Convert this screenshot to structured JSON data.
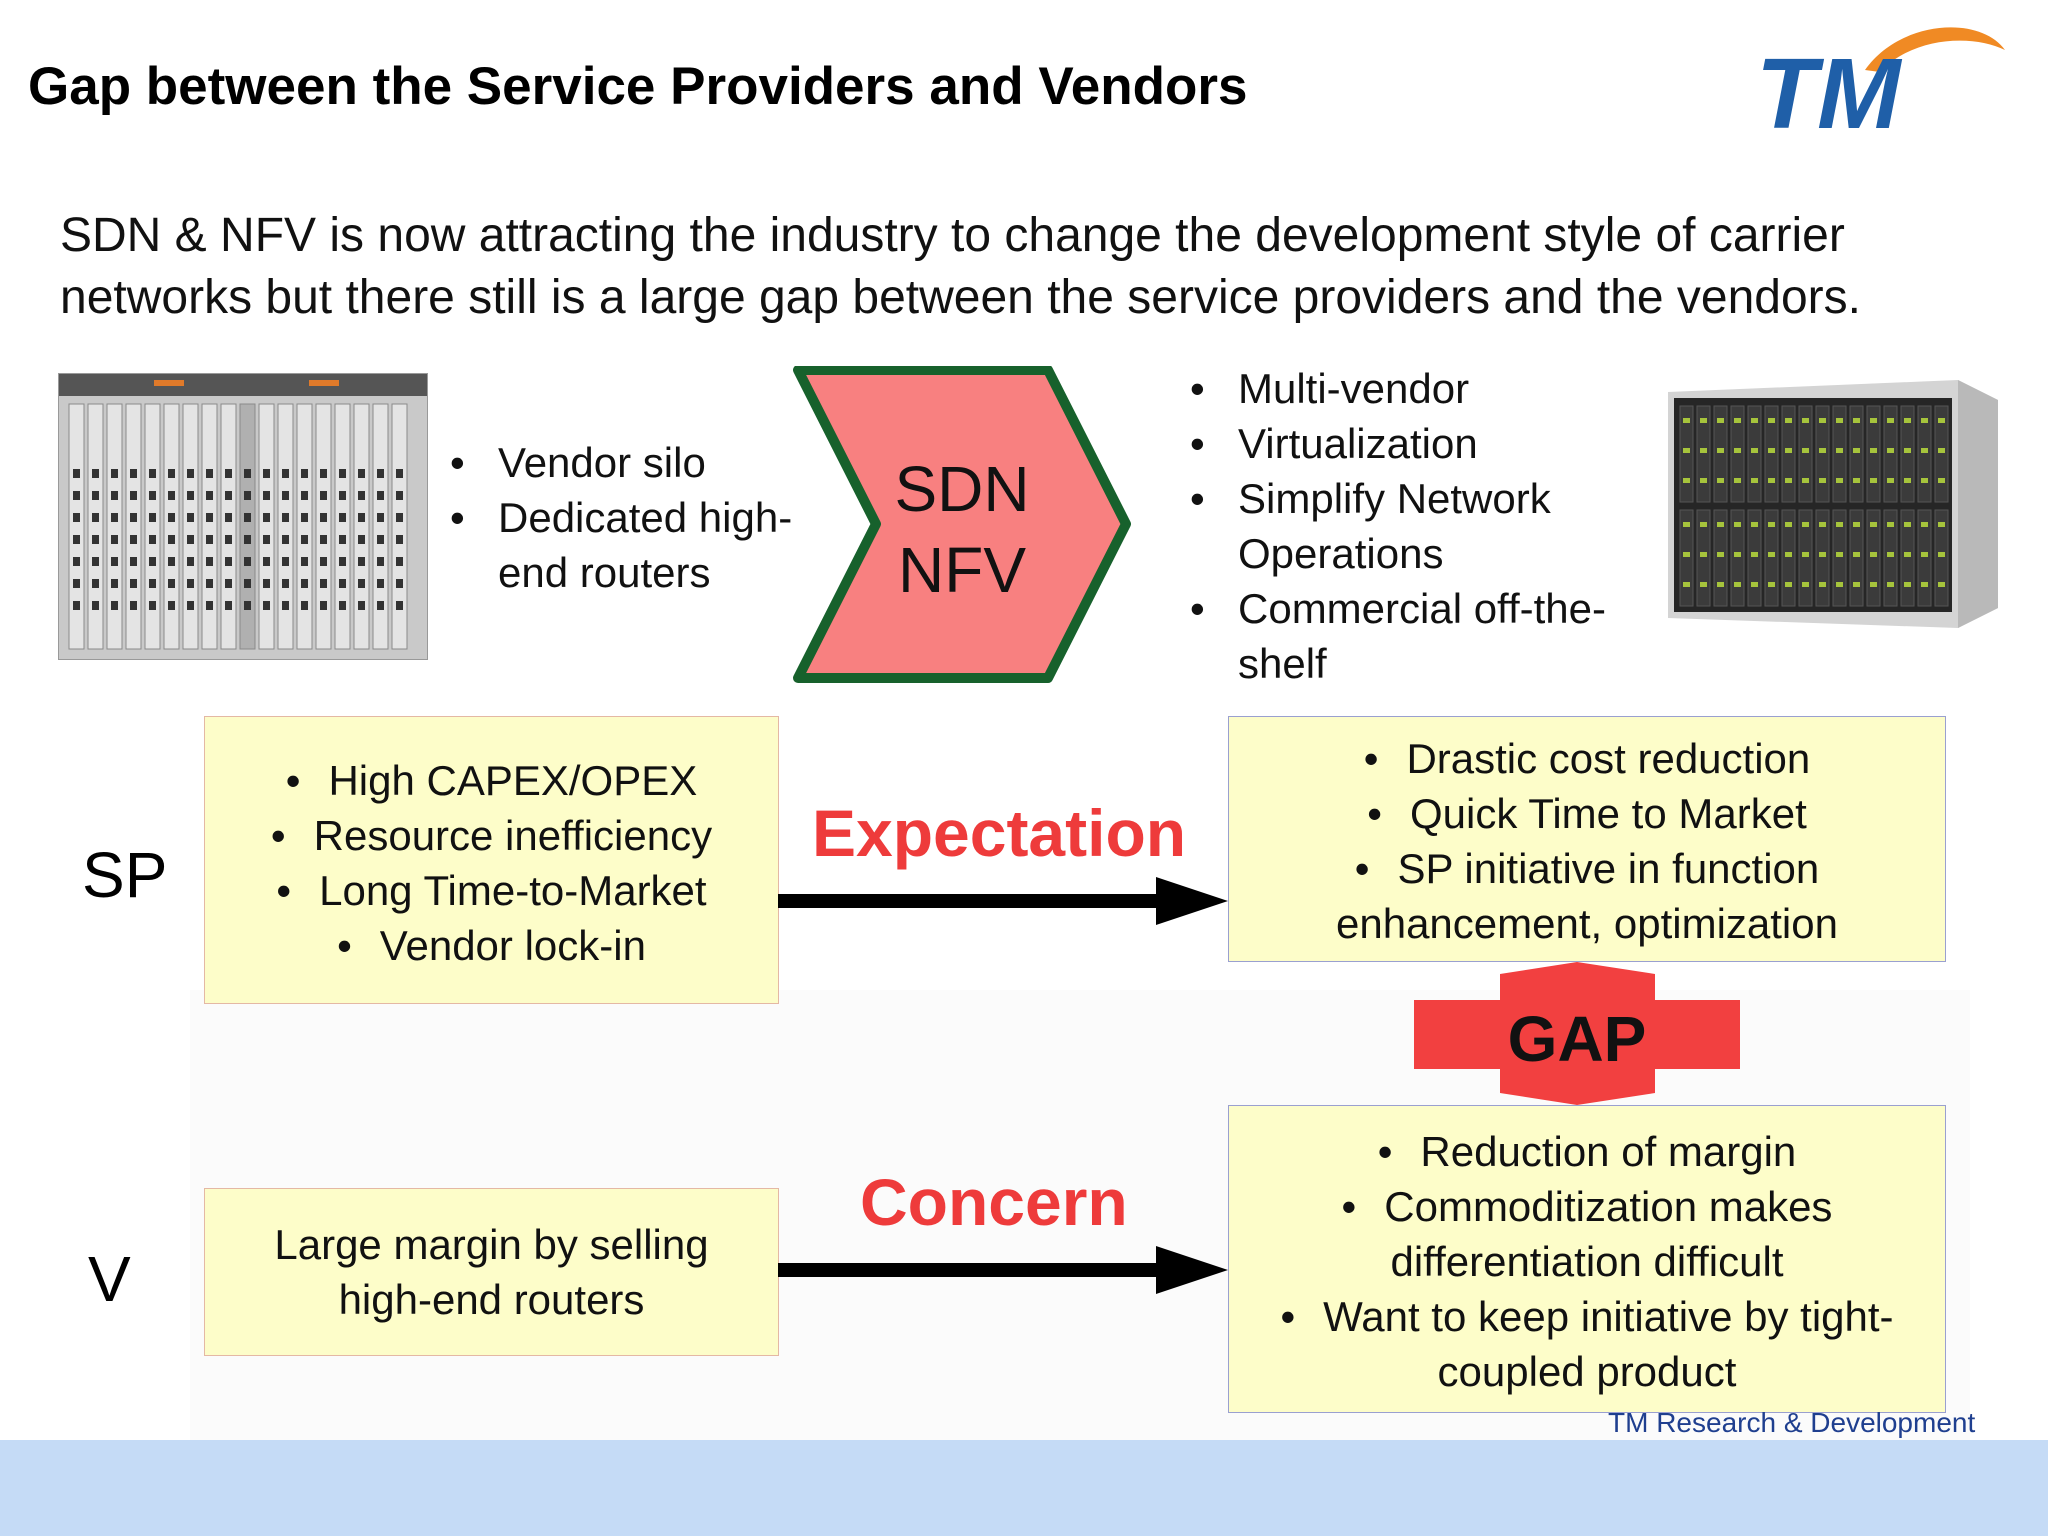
{
  "title": "Gap between the Service Providers and Vendors",
  "intro": "SDN & NFV is now attracting the industry to change the development style of carrier networks but there still is a large gap between the service providers and the vendors.",
  "logo": {
    "text": "TM",
    "icon": "tm-logo-icon",
    "colors": {
      "text": "#1f5fa8",
      "swoosh": "#f08a24"
    }
  },
  "left_hardware": {
    "icon": "router-chassis-image",
    "bullets": [
      "Vendor silo",
      "Dedicated high-end routers"
    ]
  },
  "chevron": {
    "line1": "SDN",
    "line2": "NFV",
    "fill": "#f88080",
    "stroke": "#17612c"
  },
  "right_hardware": {
    "icon": "blade-server-image",
    "bullets": [
      "Multi-vendor",
      "Virtualization",
      "Simplify Network Operations",
      "Commercial off-the-shelf"
    ]
  },
  "rows": {
    "sp_label": "SP",
    "v_label": "V",
    "expectation_label": "Expectation",
    "concern_label": "Concern"
  },
  "sp_current": [
    "High CAPEX/OPEX",
    "Resource inefficiency",
    "Long Time-to-Market",
    "Vendor lock-in"
  ],
  "sp_expectation": [
    "Drastic cost reduction",
    "Quick Time to Market",
    "SP initiative in function enhancement, optimization"
  ],
  "v_current": "Large margin by selling high-end routers",
  "v_concern": [
    "Reduction of margin",
    "Commoditization makes differentiation difficult",
    "Want to keep initiative by tight-coupled product"
  ],
  "gap": {
    "label": "GAP",
    "color": "#f24040"
  },
  "footer": "TM Research & Development",
  "colors": {
    "box_fill": "#fdfdc9",
    "accent_red": "#ee3b3b",
    "footer_band": "#c5dbf6"
  }
}
